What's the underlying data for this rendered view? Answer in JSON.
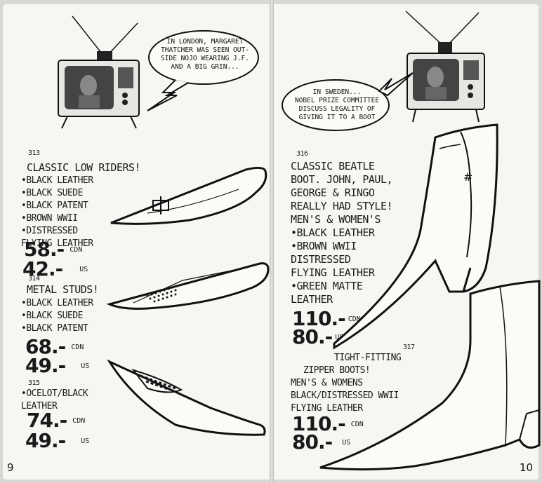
{
  "left_page": {
    "tv_bubble": [
      "IN LONDON, MARGARET",
      "THATCHER WAS SEEN OUT-",
      "SIDE NoJO WEARING J.F.",
      "AND A BIG GRIN..."
    ],
    "items": [
      {
        "number": "313",
        "title": "CLASSIC LOW RIDERS!",
        "lines": [
          "•BLACK LEATHER",
          "•BLACK SUEDE",
          "•BLACK PATENT",
          "•BROWN WWII",
          "•DISTRESSED",
          "FLYING LEATHER"
        ],
        "price_cdn": "58.-",
        "price_us": "42.-"
      },
      {
        "number": "314",
        "title": "METAL STUDS!",
        "lines": [
          "•BLACK LEATHER",
          "•BLACK SUEDE",
          "•BLACK PATENT"
        ],
        "price_cdn": "68.-",
        "price_us": "49.-"
      },
      {
        "number": "315",
        "title": "",
        "lines": [
          "•OCELOT/BLACK",
          "LEATHER"
        ],
        "price_cdn": "74.-",
        "price_us": "49.-"
      }
    ],
    "page_number": "9"
  },
  "right_page": {
    "tv_bubble": [
      "IN SWEDEN...",
      "NOBEL PRIZE COMMITTEE",
      "DISCUSS LEGALITY OF",
      "GIVING IT TO A BOOT"
    ],
    "items": [
      {
        "number": "316",
        "lines": [
          "CLASSIC BEATLE",
          "BOOT. JOHN, PAUL,",
          "GEORGE & RINGO",
          "REALLY HAD STYLE!",
          "MEN'S & WOMEN'S",
          "•BLACK LEATHER",
          "•BROWN WWII",
          "DISTRESSED",
          "FLYING LEATHER",
          "•GREEN MATTE",
          "LEATHER"
        ],
        "price_cdn": "110.-",
        "price_us": "80.-"
      },
      {
        "number": "317",
        "lines": [
          "TIGHT-FITTING",
          "ZIPPER BOOTS!",
          "MEN'S & WOMENS",
          "BLACK/DISTRESSED WWII",
          "FLYING LEATHER"
        ],
        "price_cdn": "110.-",
        "price_us": "80.-"
      }
    ],
    "page_number": "10"
  },
  "currency": {
    "cdn": "CDN",
    "us": "US"
  }
}
